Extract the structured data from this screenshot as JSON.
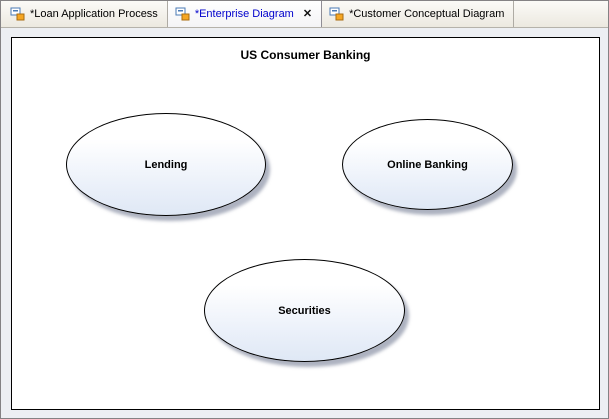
{
  "tabs": [
    {
      "label": "*Loan Application Process",
      "active": false
    },
    {
      "label": "*Enterprise Diagram",
      "active": true
    },
    {
      "label": "*Customer Conceptual Diagram",
      "active": false
    }
  ],
  "glyphs": {
    "close": "✕"
  },
  "diagram": {
    "title": "US Consumer Banking",
    "nodes": [
      {
        "label": "Lending"
      },
      {
        "label": "Online Banking"
      },
      {
        "label": "Securities"
      }
    ]
  },
  "colors": {
    "active_tab_text": "#0000cc",
    "node_border": "#000000",
    "node_fill_top": "#ffffff",
    "node_fill_bottom": "#dfe8f5",
    "node_shadow": "#69738c",
    "canvas_background": "#ffffff",
    "workbench_background": "#edeff3"
  }
}
